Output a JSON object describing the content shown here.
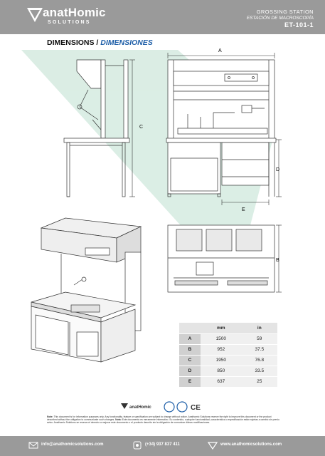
{
  "header": {
    "brand": "anatHomic",
    "brand_sub": "SOLUTIONS",
    "title_en": "GROSSING STATION",
    "title_es": "ESTACIÓN DE MACROSCOPÍA",
    "model": "ET-101-1"
  },
  "section": {
    "title_en": "DIMENSIONS /",
    "title_es": "DIMENSIONES"
  },
  "labels": {
    "A": "A",
    "B": "B",
    "C": "C",
    "D": "D",
    "E": "E"
  },
  "dimensions": {
    "headers": [
      "",
      "mm",
      "in"
    ],
    "rows": [
      {
        "key": "A",
        "mm": "1500",
        "in": "59"
      },
      {
        "key": "B",
        "mm": "952",
        "in": "37.5"
      },
      {
        "key": "C",
        "mm": "1950",
        "in": "76.8"
      },
      {
        "key": "D",
        "mm": "850",
        "in": "33.5"
      },
      {
        "key": "E",
        "mm": "637",
        "in": "25"
      }
    ]
  },
  "certs": {
    "brand": "anatHomic",
    "ce": "CE"
  },
  "note": {
    "en_label": "Note:",
    "en": "This document is for information purposes only. Any functionality, feature or specification are subject to change without notice. Anathomic Solutions reserve the right to improve this document or the product described without the obligation to communicate such changes.",
    "es_label": "Nota:",
    "es": "Este documento es meramente informativo. Su contenido, cualquier funcionalidad, característica o especificación están sujetas a cambio sin previo aviso. Anathomic Solutions se reserva el derecho a mejorar este documento o el producto descrito sin la obligación de comunicar dichas modificaciones."
  },
  "footer": {
    "email": "info@anathomicsolutions.com",
    "phone": "(+34) 937 837 411",
    "web": "www.anathomicsolutions.com"
  },
  "colors": {
    "header_bg": "#9a9a9a",
    "accent_blue": "#1f5fa8",
    "watermark_green": "#cfe8dc"
  }
}
